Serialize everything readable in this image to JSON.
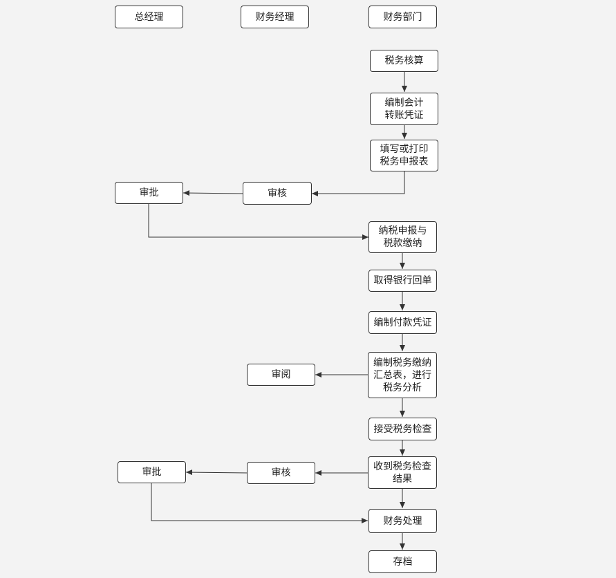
{
  "lanes": {
    "general_manager": "总经理",
    "finance_manager": "财务经理",
    "finance_dept": "财务部门"
  },
  "nodes": {
    "tax_accounting": "税务核算",
    "prepare_voucher": "编制会计\n转账凭证",
    "fill_report": "填写或打印\n税务申报表",
    "review_1": "审核",
    "approve_1": "审批",
    "declare_pay": "纳税申报与\n税款缴纳",
    "bank_receipt": "取得银行回单",
    "payment_voucher": "编制付款凭证",
    "summary_analysis": "编制税务缴纳\n汇总表，进行\n税务分析",
    "read": "审阅",
    "accept_inspection": "接受税务检查",
    "inspection_result": "收到税务检查\n结果",
    "review_2": "审核",
    "approve_2": "审批",
    "finance_handle": "财务处理",
    "archive": "存档"
  },
  "edges": [
    [
      "tax_accounting",
      "prepare_voucher"
    ],
    [
      "prepare_voucher",
      "fill_report"
    ],
    [
      "fill_report",
      "review_1"
    ],
    [
      "review_1",
      "approve_1"
    ],
    [
      "approve_1",
      "declare_pay"
    ],
    [
      "declare_pay",
      "bank_receipt"
    ],
    [
      "bank_receipt",
      "payment_voucher"
    ],
    [
      "payment_voucher",
      "summary_analysis"
    ],
    [
      "summary_analysis",
      "read"
    ],
    [
      "summary_analysis",
      "accept_inspection"
    ],
    [
      "accept_inspection",
      "inspection_result"
    ],
    [
      "inspection_result",
      "review_2"
    ],
    [
      "review_2",
      "approve_2"
    ],
    [
      "inspection_result",
      "finance_handle"
    ],
    [
      "approve_2",
      "finance_handle"
    ],
    [
      "finance_handle",
      "archive"
    ]
  ]
}
